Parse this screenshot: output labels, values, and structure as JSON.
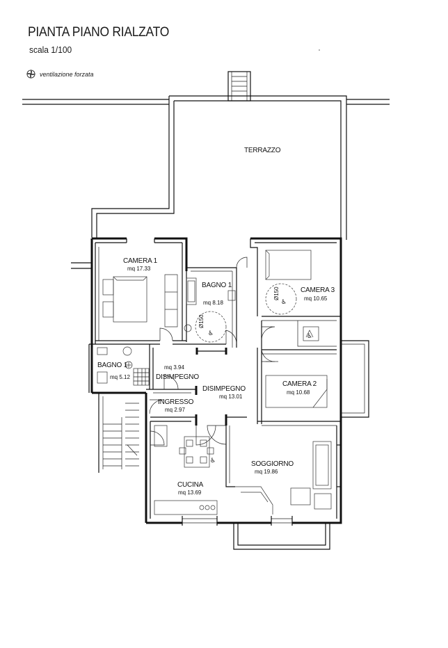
{
  "header": {
    "title": "PIANTA PIANO RIALZATO",
    "scale": "scala 1/100"
  },
  "legend": {
    "icon": "fan-icon",
    "text": "ventilazione forzata"
  },
  "rooms": {
    "terrazzo": {
      "label": "TERRAZZO"
    },
    "camera1": {
      "label": "CAMERA 1",
      "area": "mq 17.33"
    },
    "bagno1_main": {
      "label": "BAGNO 1",
      "area": "mq 8.18"
    },
    "camera3": {
      "label": "CAMERA 3",
      "area": "mq 10.65"
    },
    "bagno1_small": {
      "label": "BAGNO 1",
      "area": "mq 5.12"
    },
    "disimpegno_small": {
      "label": "DISIMPEGNO",
      "area": "mq 3.94"
    },
    "disimpegno_main": {
      "label": "DISIMPEGNO",
      "area": "mq 13.01"
    },
    "camera2": {
      "label": "CAMERA 2",
      "area": "mq 10.68"
    },
    "ingresso": {
      "label": "INGRESSO",
      "area": "mq 2.97"
    },
    "soggiorno": {
      "label": "SOGGIORNO",
      "area": "mq 19.86"
    },
    "cucina": {
      "label": "CUCINA",
      "area": "mq 13.69"
    }
  },
  "annotations": {
    "diameter_bagno": "Ø150",
    "diameter_camera3": "Ø150"
  }
}
